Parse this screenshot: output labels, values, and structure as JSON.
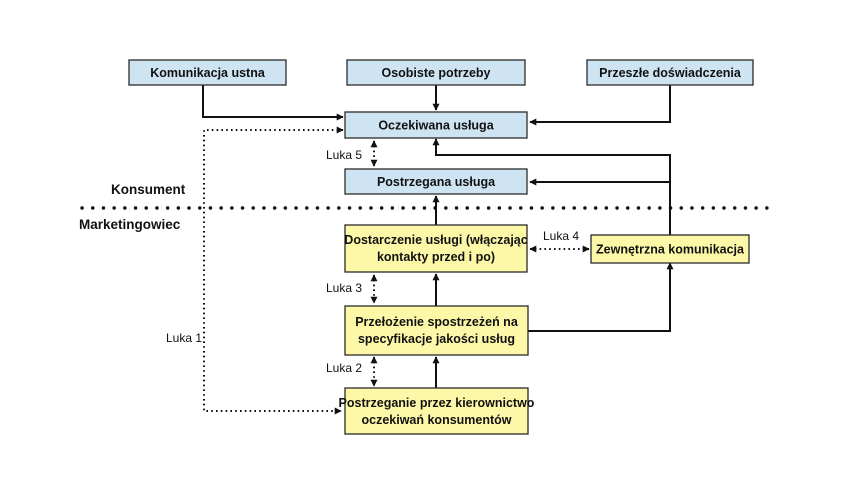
{
  "sections": {
    "consumer": "Konsument",
    "marketer": "Marketingowiec"
  },
  "boxes": {
    "word_of_mouth": "Komunikacja ustna",
    "personal_needs": "Osobiste potrzeby",
    "past_experience": "Przeszłe doświadczenia",
    "expected_service": "Oczekiwana usługa",
    "perceived_service": "Postrzegana usługa",
    "service_delivery": [
      "Dostarczenie usługi (włączając",
      "kontakty przed i po)"
    ],
    "external_communication": "Zewnętrzna komunikacja",
    "translation": [
      "Przełożenie spostrzeżeń na",
      "specyfikacje jakości usług"
    ],
    "management_perception": [
      "Postrzeganie przez kierownictwo",
      "oczekiwań konsumentów"
    ]
  },
  "gaps": {
    "gap1": "Luka 1",
    "gap2": "Luka 2",
    "gap3": "Luka 3",
    "gap4": "Luka 4",
    "gap5": "Luka 5"
  },
  "colors": {
    "consumer_box": "#cfe4f3",
    "marketer_box": "#fdf8a8",
    "stroke": "#111111"
  }
}
